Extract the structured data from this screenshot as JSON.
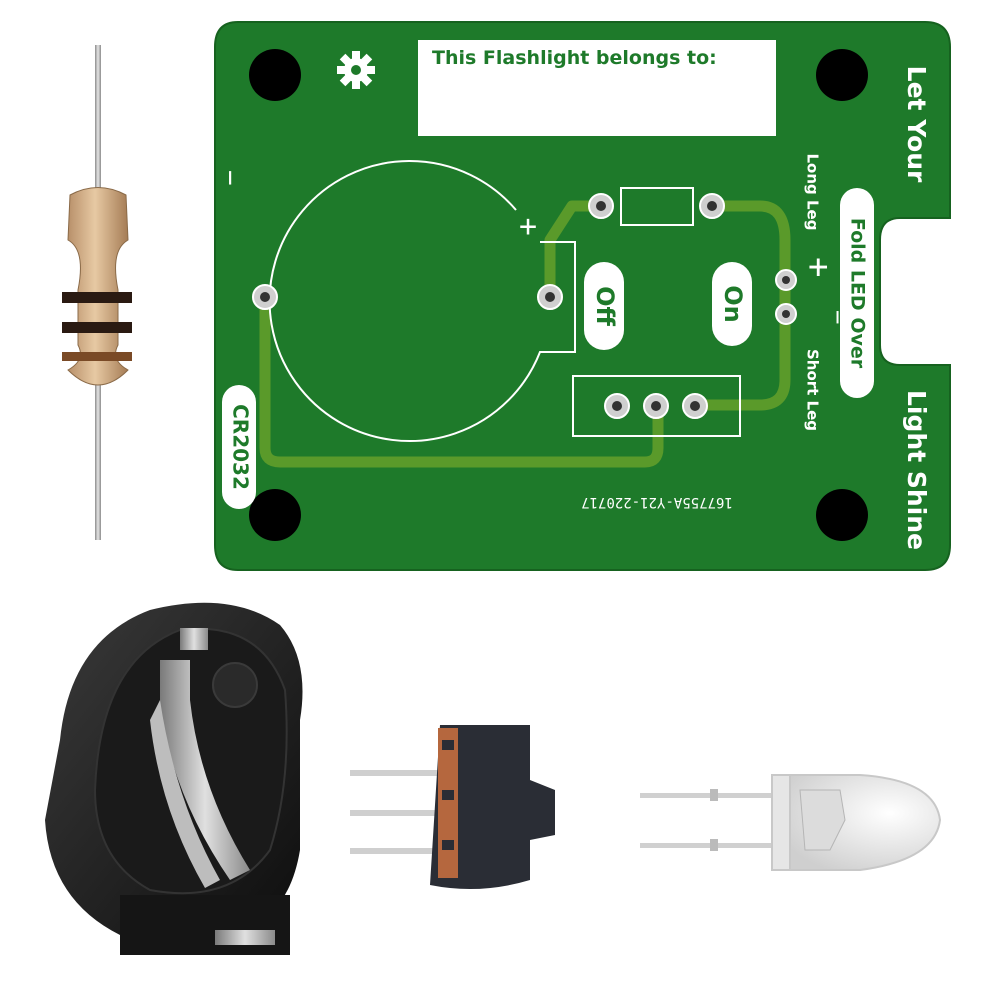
{
  "pcb": {
    "owner_label": "This Flashlight belongs to:",
    "tagline_top": "Let Your",
    "tagline_bottom": "Light Shine",
    "fold_led": "Fold LED Over",
    "long_leg": "Long Leg",
    "short_leg": "Short Leg",
    "plus": "+",
    "minus": "−",
    "battery_plus": "+",
    "battery_minus": "−",
    "battery_type": "CR2032",
    "switch_off": "Off",
    "switch_on": "On",
    "board_code": "167755A-Y21-220717",
    "board_color": "#1e7a2a",
    "trace_color": "#5a9a2a"
  },
  "components": {
    "resistor": "resistor",
    "battery_holder": "coin-cell-holder",
    "slide_switch": "slide-switch",
    "led": "clear-led"
  }
}
